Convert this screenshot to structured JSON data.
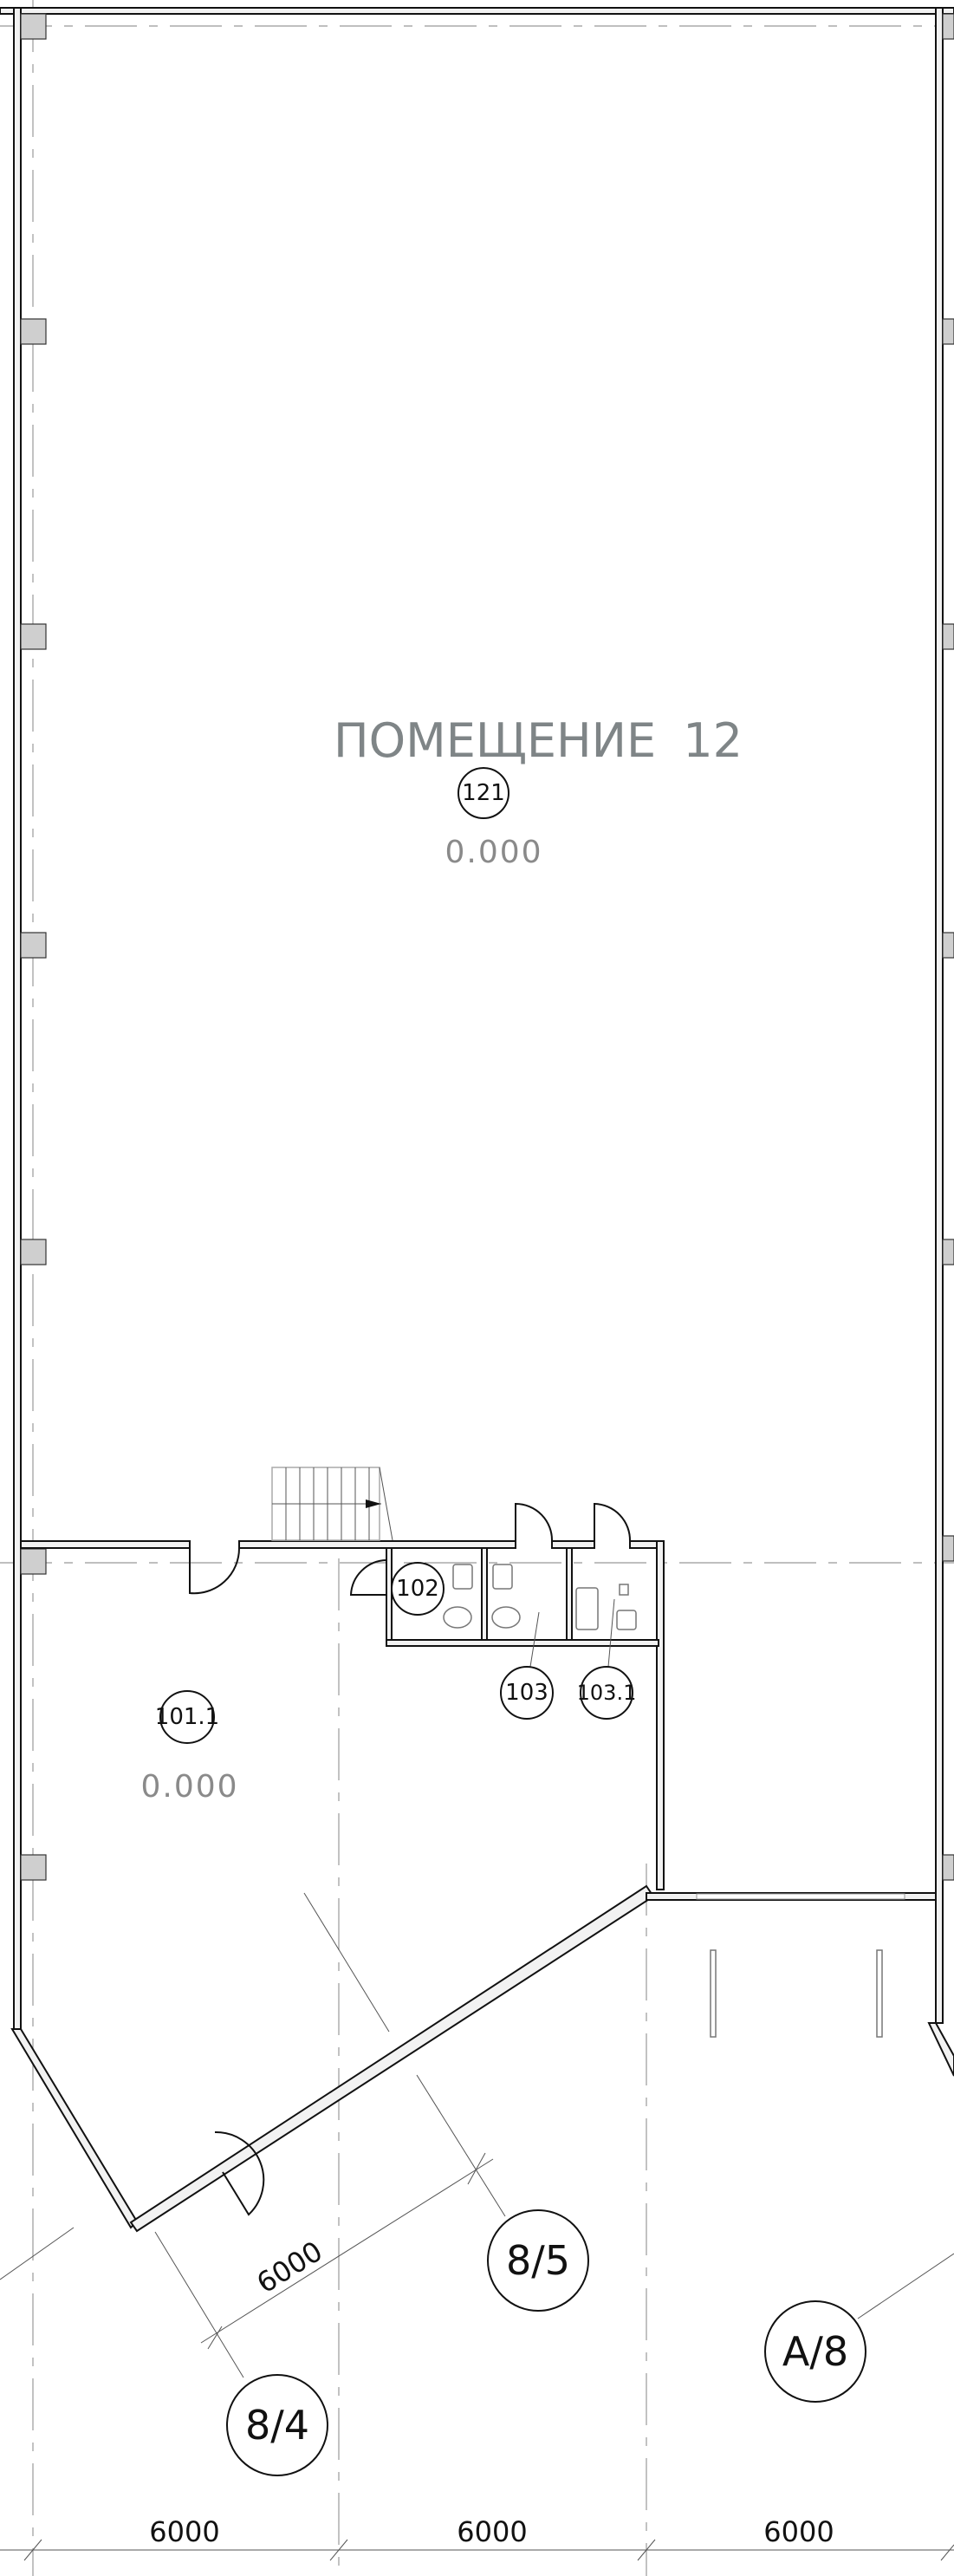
{
  "room_title": {
    "name": "ПОМЕЩЕНИЕ",
    "number": "12"
  },
  "rooms": [
    {
      "tag": "121",
      "elevation": "0.000"
    },
    {
      "tag": "101.1",
      "elevation": "0.000"
    },
    {
      "tag": "102"
    },
    {
      "tag": "103"
    },
    {
      "tag": "103.1"
    }
  ],
  "axes": [
    "8/4",
    "8/5",
    "A/8"
  ],
  "dimensions": {
    "diagonal": "6000",
    "bottom": [
      "6000",
      "6000",
      "6000"
    ]
  },
  "colors": {
    "wall_line": "#111111",
    "title_text": "#7f8587",
    "elevation_text": "#8a8a8a"
  }
}
